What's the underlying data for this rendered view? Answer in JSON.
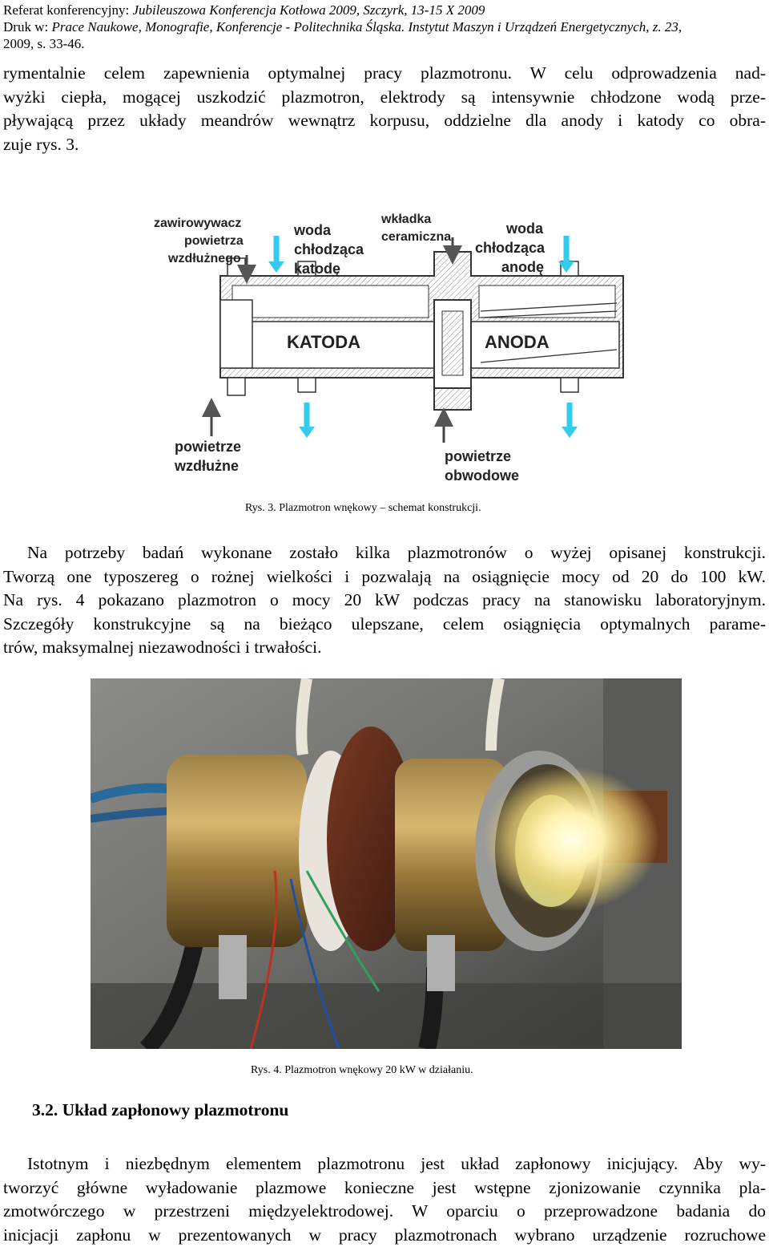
{
  "header": {
    "line1_prefix": "Referat konferencyjny: ",
    "line1_italic": "Jubileuszowa Konferencja Kotłowa 2009, Szczyrk, 13-15 X 2009",
    "line2_prefix": "Druk w: ",
    "line2_italic": "Prace Naukowe, Monografie, Konferencje - Politechnika Śląska. Instytut Maszyn i Urządzeń Energetycznych, z. 23,",
    "line3": "2009, s. 33-46."
  },
  "paragraph1": [
    "rymentalnie celem zapewnienia optymalnej pracy plazmotronu. W celu odprowadzenia nad-",
    "wyżki ciepła, mogącej uszkodzić plazmotron, elektrody są intensywnie chłodzone wodą prze-",
    "pływającą przez układy meandrów wewnątrz korpusu, oddzielne dla anody i katody co obra-",
    "zuje rys. 3."
  ],
  "figure3": {
    "labels": {
      "zawirowywacz1": "zawirowywacz",
      "zawirowywacz2": "powietrza",
      "zawirowywacz3": "wzdłużnego",
      "woda_k1": "woda",
      "woda_k2": "chłodząca",
      "woda_k3": "katodę",
      "wkladka1": "wkładka",
      "wkladka2": "ceramiczna",
      "woda_a1": "woda",
      "woda_a2": "chłodząca",
      "woda_a3": "anodę",
      "katoda": "KATODA",
      "anoda": "ANODA",
      "pw1": "powietrze",
      "pw2": "wzdłużne",
      "po1": "powietrze",
      "po2": "obwodowe"
    },
    "caption": "Rys. 3. Plazmotron wnękowy – schemat konstrukcji.",
    "arrow_color": "#33ccee"
  },
  "paragraph2": [
    "Na potrzeby badań wykonane zostało kilka plazmotronów o wyżej opisanej konstrukcji.",
    "Tworzą one typoszereg o rożnej wielkości i pozwalają na osiągnięcie mocy od 20 do 100 kW.",
    "Na rys. 4 pokazano plazmotron o mocy 20 kW podczas pracy na stanowisku laboratoryjnym.",
    "Szczegóły konstrukcyjne są na bieżąco ulepszane, celem osiągnięcia optymalnych parame-",
    "trów, maksymalnej niezawodności i trwałości."
  ],
  "figure4": {
    "caption": "Rys. 4. Plazmotron wnękowy 20 kW w działaniu."
  },
  "section": {
    "heading": "3.2. Układ zapłonowy plazmotronu"
  },
  "paragraph3": [
    "Istotnym i niezbędnym elementem plazmotronu jest układ zapłonowy inicjujący. Aby wy-",
    "tworzyć główne wyładowanie plazmowe konieczne jest wstępne zjonizowanie czynnika pla-",
    "zmotwórczego w przestrzeni międzyelektrodowej. W oparciu o przeprowadzone badania do",
    "inicjacji zapłonu w prezentowanych w pracy plazmotronach wybrano urządzenie rozruchowe"
  ]
}
